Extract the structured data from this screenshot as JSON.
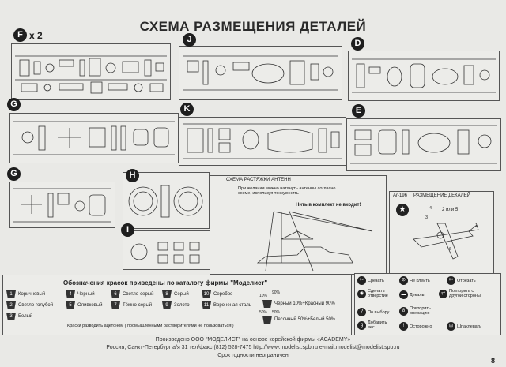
{
  "page_title": "СХЕМА РАЗМЕЩЕНИЯ ДЕТАЛЕЙ",
  "sprues": {
    "f": {
      "label": "F",
      "count": "x 2"
    },
    "j": {
      "label": "J"
    },
    "d": {
      "label": "D"
    },
    "g1": {
      "label": "G"
    },
    "k": {
      "label": "K"
    },
    "e": {
      "label": "E"
    },
    "g2": {
      "label": "G"
    },
    "h": {
      "label": "H"
    },
    "i": {
      "label": "I"
    }
  },
  "antenna": {
    "title": "СХЕМА РАСТЯЖКИ АНТЕНН",
    "note": "При желании можно натянуть антенны согласно схеме, используя тонкую нить",
    "warning": "Нить в комплект не входит!"
  },
  "decals": {
    "code": "Ar-196",
    "title": "РАЗМЕЩЕНИЕ ДЕКАЛЕЙ",
    "note": "2 или 5",
    "nums": [
      "4",
      "3",
      "1",
      "6"
    ]
  },
  "paint_legend": {
    "title": "Обозначения красок приведены по каталогу фирмы \"Моделист\"",
    "items": [
      {
        "num": "1",
        "label": "Коричневый"
      },
      {
        "num": "2",
        "label": "Светло-голубой"
      },
      {
        "num": "3",
        "label": "Белый"
      },
      {
        "num": "4",
        "label": "Черный"
      },
      {
        "num": "5",
        "label": "Оливковый"
      },
      {
        "num": "6",
        "label": "Светло-серый"
      },
      {
        "num": "7",
        "label": "Тёмно-серый"
      },
      {
        "num": "8",
        "label": "Серый"
      },
      {
        "num": "9",
        "label": "Золото"
      },
      {
        "num": "10",
        "label": "Серебро"
      },
      {
        "num": "11",
        "label": "Вороненая сталь"
      }
    ],
    "mix1": "Чёрный 10%+Красный 90%",
    "mix2": "Песочный 50%+Белый 50%",
    "pct_a": "10%",
    "pct_b": "90%",
    "pct_c": "50%",
    "pct_d": "50%",
    "note": "Краски разводить ацетоном ( промышленными растворителями не пользоваться!)"
  },
  "symbols": [
    {
      "glyph": "✂",
      "label": "Срезать"
    },
    {
      "glyph": "⊘",
      "label": "Не клеить"
    },
    {
      "glyph": "✄",
      "label": "Отрезать"
    },
    {
      "glyph": "◉",
      "label": "Сделать отверстие"
    },
    {
      "glyph": "▬",
      "label": "Декаль"
    },
    {
      "glyph": "⇄",
      "label": "Повторить с другой стороны"
    },
    {
      "glyph": "?",
      "label": "По выбору"
    },
    {
      "glyph": "8",
      "label": "Повторить операцию"
    },
    {
      "glyph": "g",
      "label": "Добавить вес"
    },
    {
      "glyph": "!",
      "label": "Осторожно"
    },
    {
      "glyph": "⊟",
      "label": "Шпаклевать"
    }
  ],
  "footer": {
    "line1": "Произведено ООО \"МОДЕЛИСТ\" на основе корейской фирмы «ACADEMY»",
    "line2": "Россия, Санкт-Петербург а/я 31 тел/факс (812) 528-7475 http://www.modelist.spb.ru e-mail:modelist@modelist.spb.ru",
    "line3": "Срок годности неограничен"
  },
  "page_number": "8"
}
